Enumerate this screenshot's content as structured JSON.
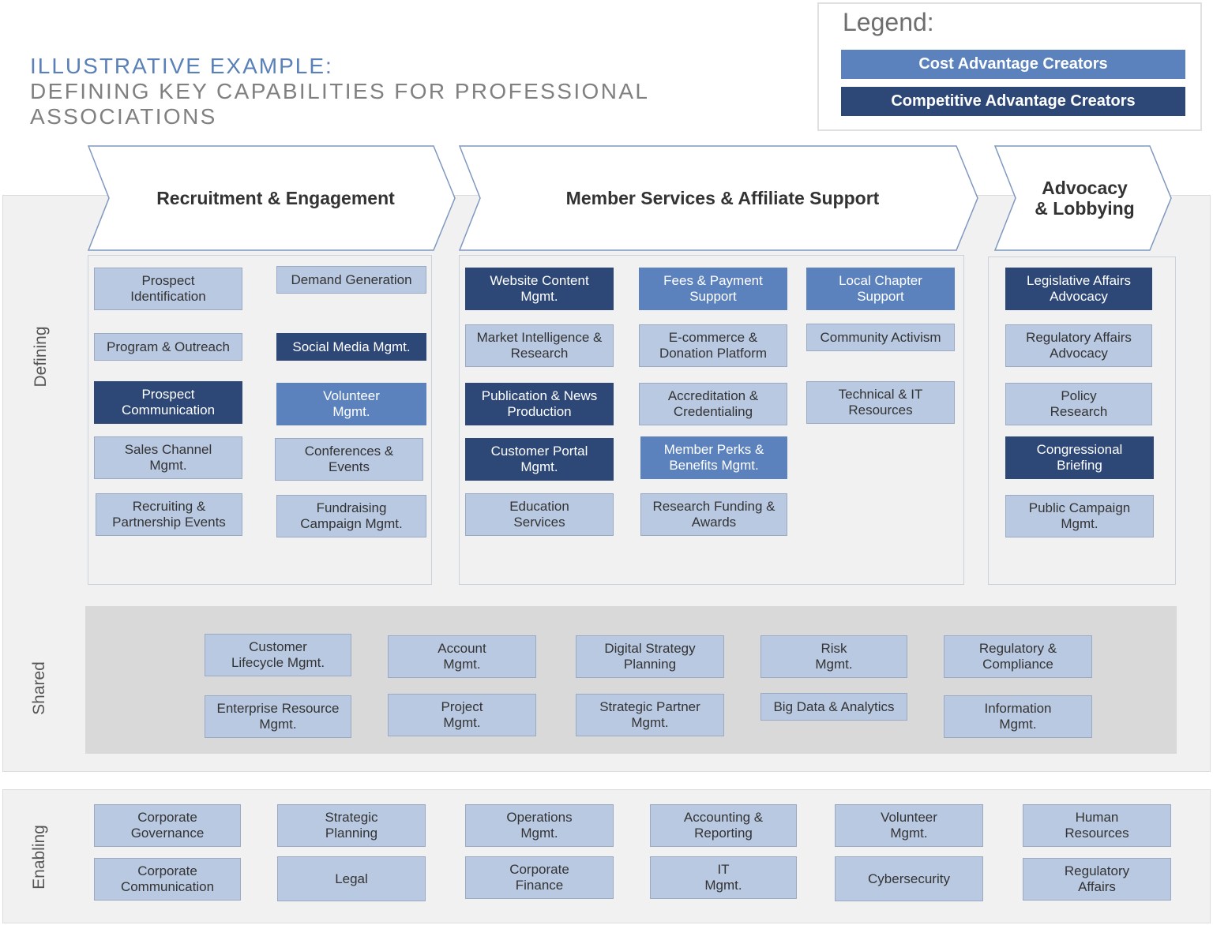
{
  "header": {
    "line1": "ILLUSTRATIVE EXAMPLE:",
    "line2": "DEFINING KEY CAPABILITIES FOR PROFESSIONAL ASSOCIATIONS"
  },
  "legend": {
    "title": "Legend:",
    "cost": "Cost Advantage Creators",
    "competitive": "Competitive Advantage Creators"
  },
  "colors": {
    "plain": "#b9c9e2",
    "cost": "#5c82bd",
    "competitive": "#2d4776"
  },
  "sections": {
    "defining": "Defining",
    "shared": "Shared",
    "enabling": "Enabling"
  },
  "chevrons": {
    "recruitment": "Recruitment & Engagement",
    "member": "Member Services & Affiliate Support",
    "advocacy": "Advocacy\n& Lobbying"
  },
  "capabilities": {
    "prospect_identification": "Prospect\nIdentification",
    "demand_generation": "Demand Generation",
    "program_outreach": "Program & Outreach",
    "social_media": "Social Media Mgmt.",
    "prospect_communication": "Prospect\nCommunication",
    "volunteer_mgmt": "Volunteer\nMgmt.",
    "sales_channel": "Sales Channel\nMgmt.",
    "conferences_events": "Conferences &\nEvents",
    "recruiting_events": "Recruiting &\nPartnership Events",
    "fundraising": "Fundraising\nCampaign Mgmt.",
    "website_content": "Website Content\nMgmt.",
    "fees_payment": "Fees & Payment\nSupport",
    "local_chapter": "Local Chapter\nSupport",
    "market_intelligence": "Market Intelligence &\nResearch",
    "ecommerce": "E-commerce &\nDonation Platform",
    "community_activism": "Community Activism",
    "publication_news": "Publication & News\nProduction",
    "accreditation": "Accreditation &\nCredentialing",
    "technical_it": "Technical & IT\nResources",
    "customer_portal": "Customer Portal\nMgmt.",
    "member_perks": "Member Perks &\nBenefits Mgmt.",
    "education_services": "Education\nServices",
    "research_funding": "Research Funding &\nAwards",
    "legislative_affairs": "Legislative Affairs\nAdvocacy",
    "regulatory_affairs_advocacy": "Regulatory Affairs\nAdvocacy",
    "policy_research": "Policy\nResearch",
    "congressional_briefing": "Congressional\nBriefing",
    "public_campaign": "Public Campaign\nMgmt.",
    "customer_lifecycle": "Customer\nLifecycle Mgmt.",
    "account_mgmt": "Account\nMgmt.",
    "digital_strategy": "Digital Strategy\nPlanning",
    "risk_mgmt": "Risk\nMgmt.",
    "regulatory_compliance": "Regulatory &\nCompliance",
    "enterprise_resource": "Enterprise Resource\nMgmt.",
    "project_mgmt": "Project\nMgmt.",
    "strategic_partner": "Strategic Partner\nMgmt.",
    "big_data": "Big Data & Analytics",
    "information_mgmt": "Information\nMgmt.",
    "corporate_governance": "Corporate\nGovernance",
    "strategic_planning": "Strategic\nPlanning",
    "operations_mgmt": "Operations\nMgmt.",
    "accounting_reporting": "Accounting &\nReporting",
    "volunteer_mgmt_enabling": "Volunteer\nMgmt.",
    "human_resources": "Human\nResources",
    "corporate_communication": "Corporate\nCommunication",
    "legal": "Legal",
    "corporate_finance": "Corporate\nFinance",
    "it_mgmt": "IT\nMgmt.",
    "cybersecurity": "Cybersecurity",
    "regulatory_affairs": "Regulatory\nAffairs"
  }
}
